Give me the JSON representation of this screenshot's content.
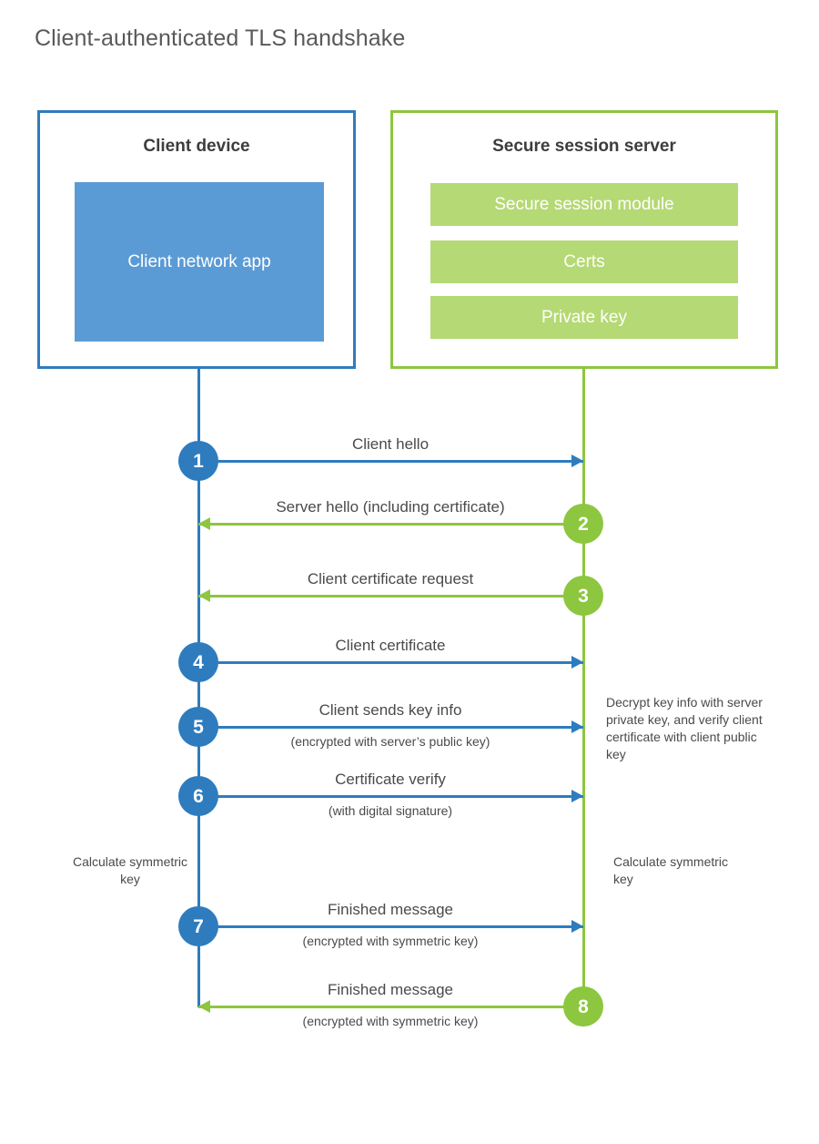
{
  "title": "Client-authenticated TLS handshake",
  "colors": {
    "client_accent": "#2E7CBE",
    "server_accent": "#8DC63F",
    "client_fill": "#5B9BD5",
    "server_fill": "#B5D974",
    "text": "#4a4a4a",
    "title_text": "#595959",
    "background": "#ffffff"
  },
  "actors": {
    "client": {
      "title": "Client device",
      "app_label": "Client network app"
    },
    "server": {
      "title": "Secure session server",
      "items": [
        {
          "label": "Secure session module"
        },
        {
          "label": "Certs"
        },
        {
          "label": "Private key"
        }
      ]
    }
  },
  "messages": [
    {
      "step": "1",
      "label": "Client hello",
      "sublabel": "",
      "direction": "client-to-server",
      "color": "blue"
    },
    {
      "step": "2",
      "label": "Server hello (including certificate)",
      "sublabel": "",
      "direction": "server-to-client",
      "color": "green"
    },
    {
      "step": "3",
      "label": "Client certificate request",
      "sublabel": "",
      "direction": "server-to-client",
      "color": "green"
    },
    {
      "step": "4",
      "label": "Client certificate",
      "sublabel": "",
      "direction": "client-to-server",
      "color": "blue"
    },
    {
      "step": "5",
      "label": "Client sends key info",
      "sublabel": "(encrypted with server’s public key)",
      "direction": "client-to-server",
      "color": "blue"
    },
    {
      "step": "6",
      "label": "Certificate verify",
      "sublabel": "(with digital signature)",
      "direction": "client-to-server",
      "color": "blue"
    },
    {
      "step": "7",
      "label": "Finished message",
      "sublabel": "(encrypted with symmetric key)",
      "direction": "client-to-server",
      "color": "blue"
    },
    {
      "step": "8",
      "label": "Finished message",
      "sublabel": "(encrypted with symmetric key)",
      "direction": "server-to-client",
      "color": "green"
    }
  ],
  "notes": {
    "decrypt": "Decrypt key info with server private key, and verify client certificate with client public key",
    "calculate_client": "Calculate symmetric key",
    "calculate_server": "Calculate symmetric key"
  }
}
